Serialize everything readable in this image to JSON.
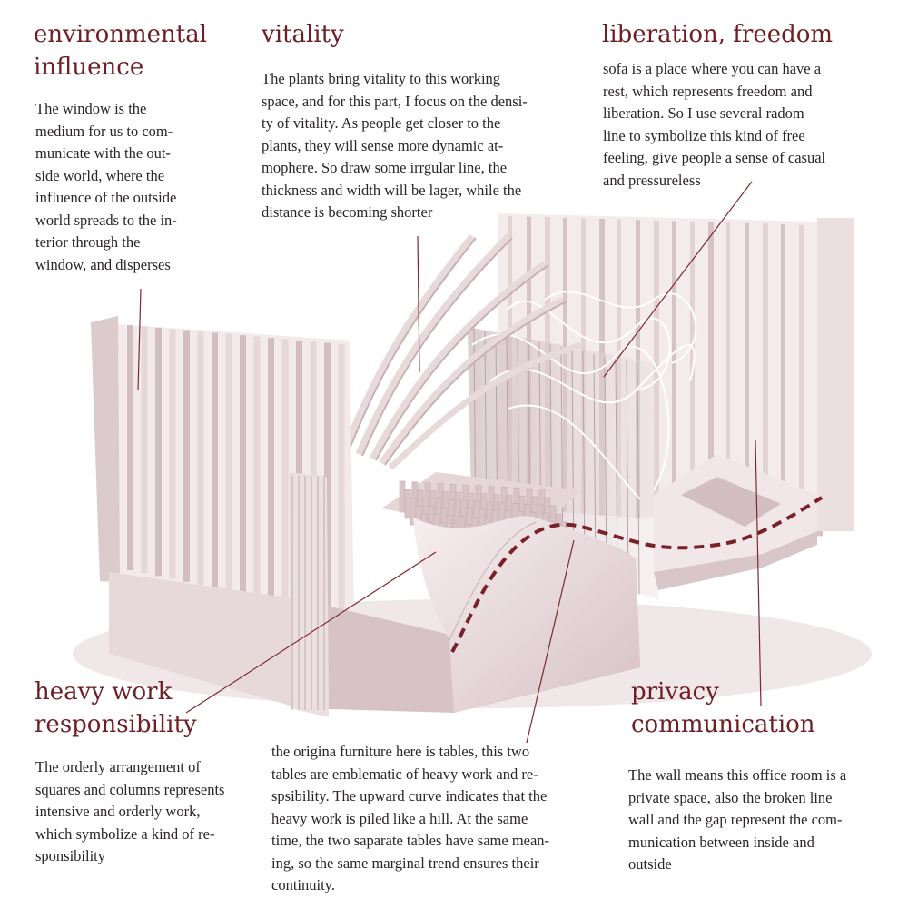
{
  "sections": {
    "environmental": {
      "title": "environmental\ninfluence",
      "text": "The window is the\nmedium for us to com-\nmunicate with the out-\nside world, where the\ninfluence of the outside\nworld spreads to the in-\nterior through the\nwindow, and disperses"
    },
    "vitality": {
      "title": "vitality",
      "text": "The plants bring vitality to this working\nspace, and for this part, I focus on the densi-\nty of vitality. As people get closer to the\nplants, they will sense more dynamic at-\nmophere. So draw some irrgular line, the\nthickness and width will be lager, while the\ndistance is becoming shorter"
    },
    "liberation": {
      "title": "liberation, freedom",
      "text": "sofa is a place where you can have a\nrest, which represents freedom and\nliberation. So I use several radom\nline to symbolize this kind of free\nfeeling, give people a sense of casual\nand pressureless"
    },
    "heavy_work": {
      "title": "heavy work\nresponsibility",
      "text": "The orderly arrangement of\nsquares and columns represents\nintensive and orderly work,\nwhich symbolize a kind of re-\nsponsibility"
    },
    "furniture": {
      "text": "the origina furniture here is tables, this two\ntables are emblematic of  heavy work and re-\nspsibility. The upward curve indicates that the\nheavy work is piled like a hill. At the same\ntime, the two saparate tables have same mean-\ning, so the same marginal trend ensures their\ncontinuity."
    },
    "privacy": {
      "title": "privacy\ncommunication",
      "text": "The wall means this office room is a\nprivate space, also the broken line\nwall and the gap represent the com-\nmunication between inside and\noutside"
    }
  },
  "colors": {
    "heading": "#6e1f26",
    "leader_line": "#7a2a2f",
    "dashed_edge": "#7a2028",
    "model_light": "#f3e9ea",
    "model_mid": "#e4d3d5",
    "model_dark": "#c9b3b6"
  }
}
